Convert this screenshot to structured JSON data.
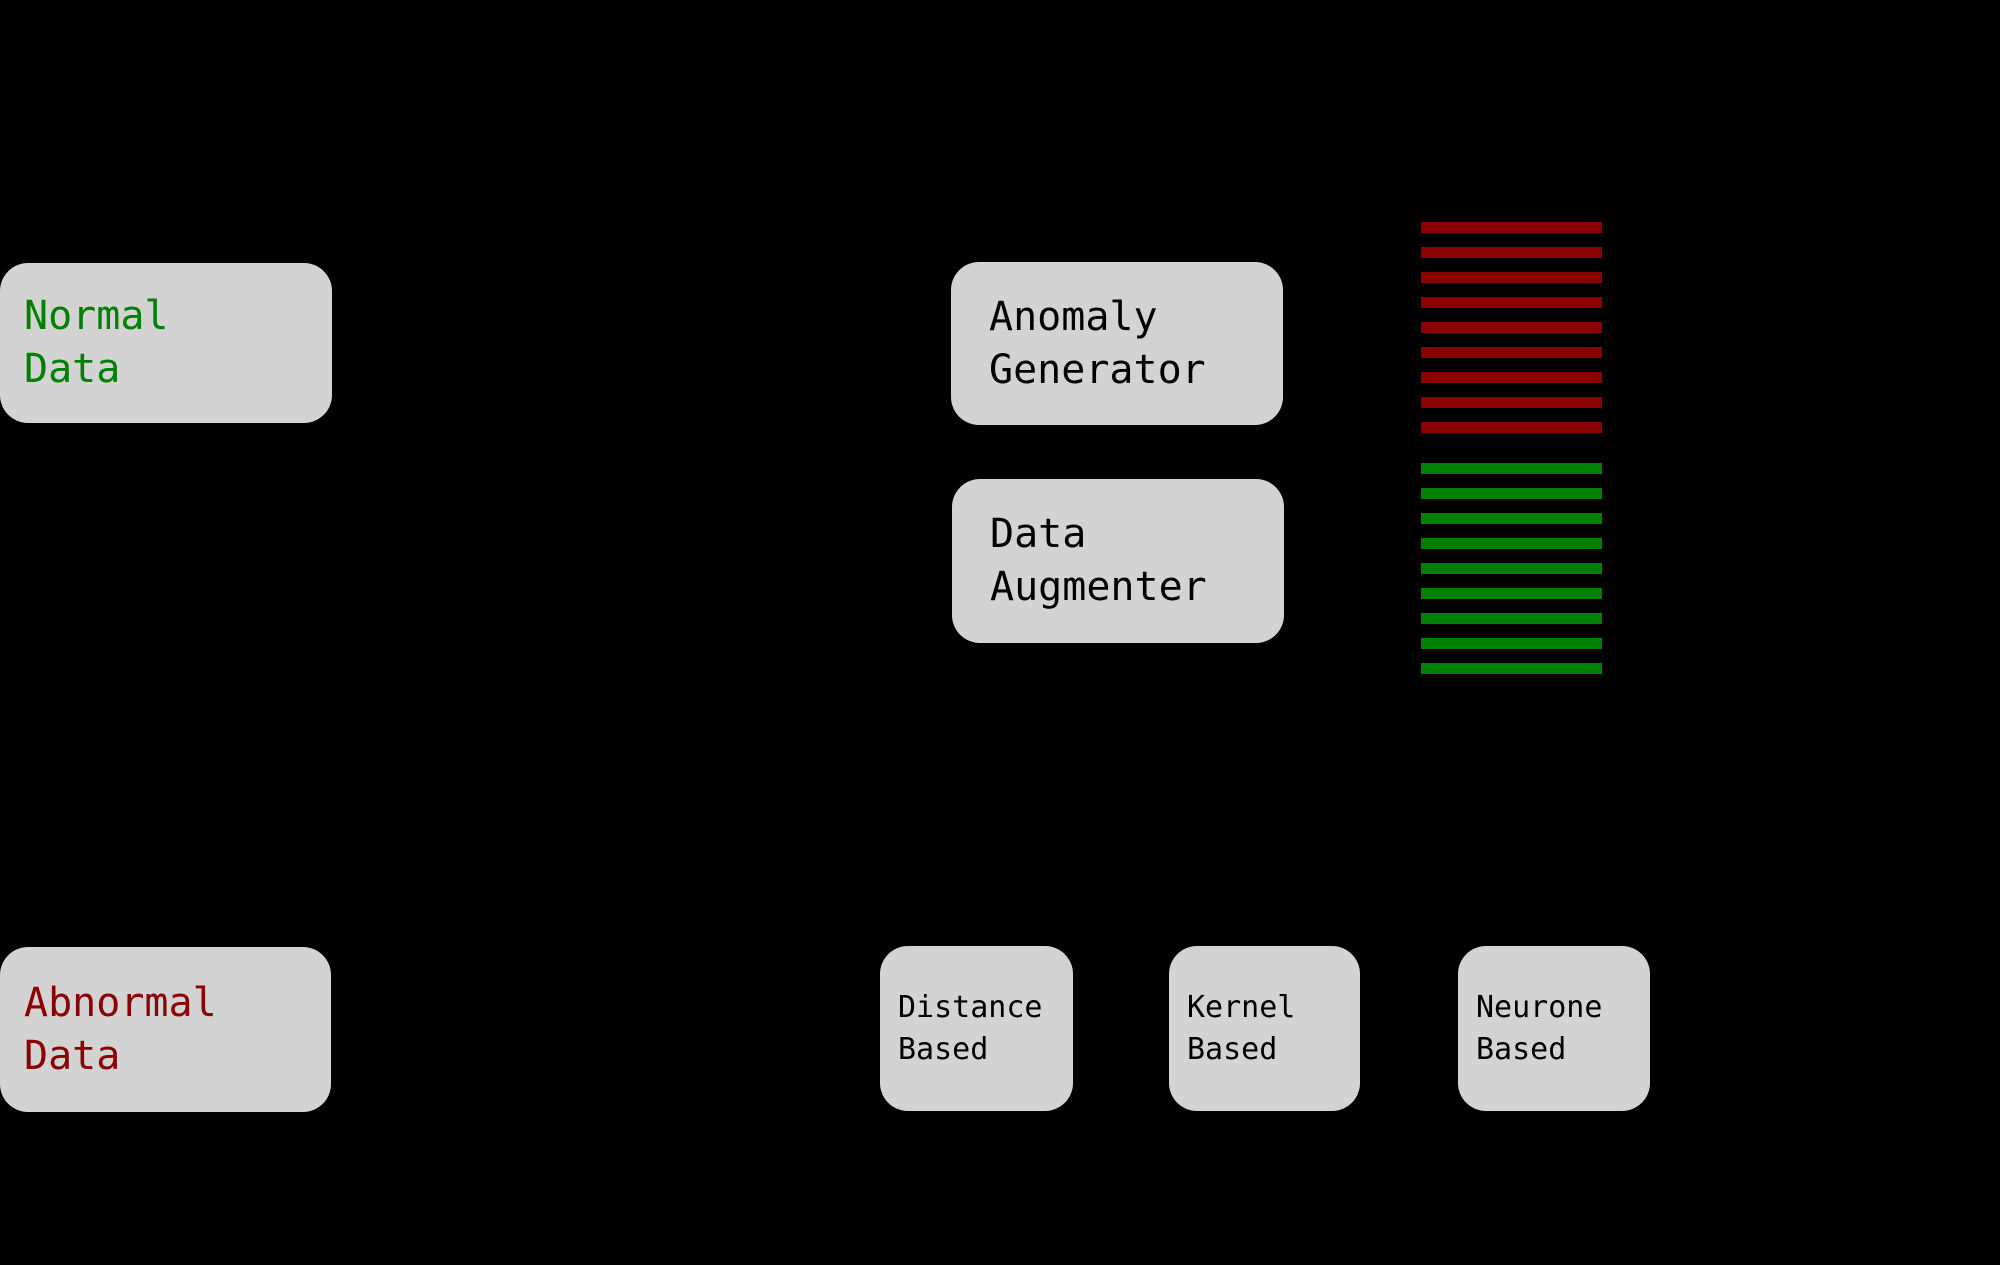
{
  "diagram": {
    "background_color": "#000000",
    "box_fill_color": "#d3d3d3",
    "normal_color": "#008000",
    "abnormal_color": "#8b0000",
    "text_color": "#000000"
  },
  "boxes": {
    "normal_data": {
      "label": "Normal\nData",
      "text_color": "#008000"
    },
    "abnormal_data": {
      "label": "Abnormal\nData",
      "text_color": "#8b0000"
    },
    "anomaly_generator": {
      "label": "Anomaly\nGenerator",
      "text_color": "#000000"
    },
    "data_augmenter": {
      "label": "Data\nAugmenter",
      "text_color": "#000000"
    },
    "distance_based": {
      "label": "Distance\nBased",
      "text_color": "#000000"
    },
    "kernel_based": {
      "label": "Kernel\nBased",
      "text_color": "#000000"
    },
    "neurone_based": {
      "label": "Neurone\nBased",
      "text_color": "#000000"
    }
  },
  "stripes": {
    "anomalous": {
      "count": 9,
      "color": "#8b0000"
    },
    "normal": {
      "count": 9,
      "color": "#008000"
    }
  }
}
